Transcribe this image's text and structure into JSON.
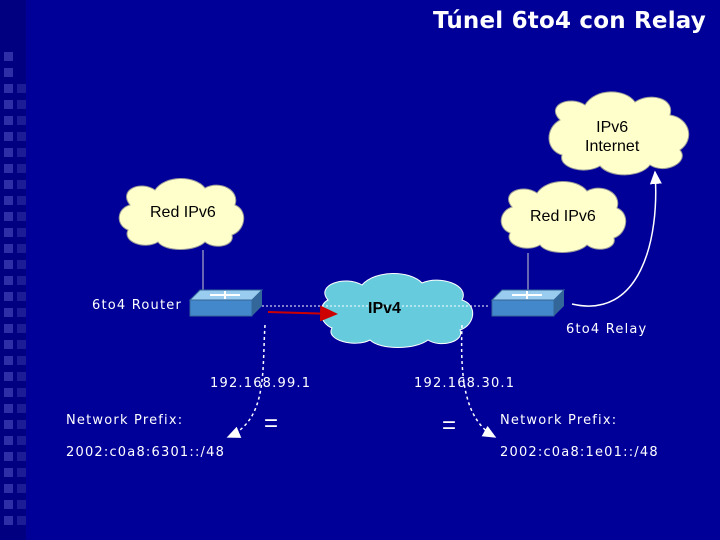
{
  "title": "Túnel 6to4 con Relay",
  "clouds": {
    "internet": "IPv6\nInternet",
    "left_net": "Red IPv6",
    "right_net": "Red IPv6",
    "ipv4": "IPv4"
  },
  "routers": {
    "left_label": "6to4 Router",
    "right_label": "6to4 Relay"
  },
  "addresses": {
    "left_ip": "192.168.99.1",
    "right_ip": "192.168.30.1"
  },
  "prefixes": {
    "left_title": "Network Prefix:",
    "left_value": "2002:c0a8:6301::/48",
    "right_title": "Network Prefix:",
    "right_value": "2002:c0a8:1e01::/48"
  },
  "equals": "=",
  "colors": {
    "background": "#000099",
    "cloud_fill": "#ffffcc",
    "ipv4_cloud_fill": "#66ccdd",
    "tunnel_arrow": "#cc0000",
    "router_fill": "#4488cc"
  }
}
